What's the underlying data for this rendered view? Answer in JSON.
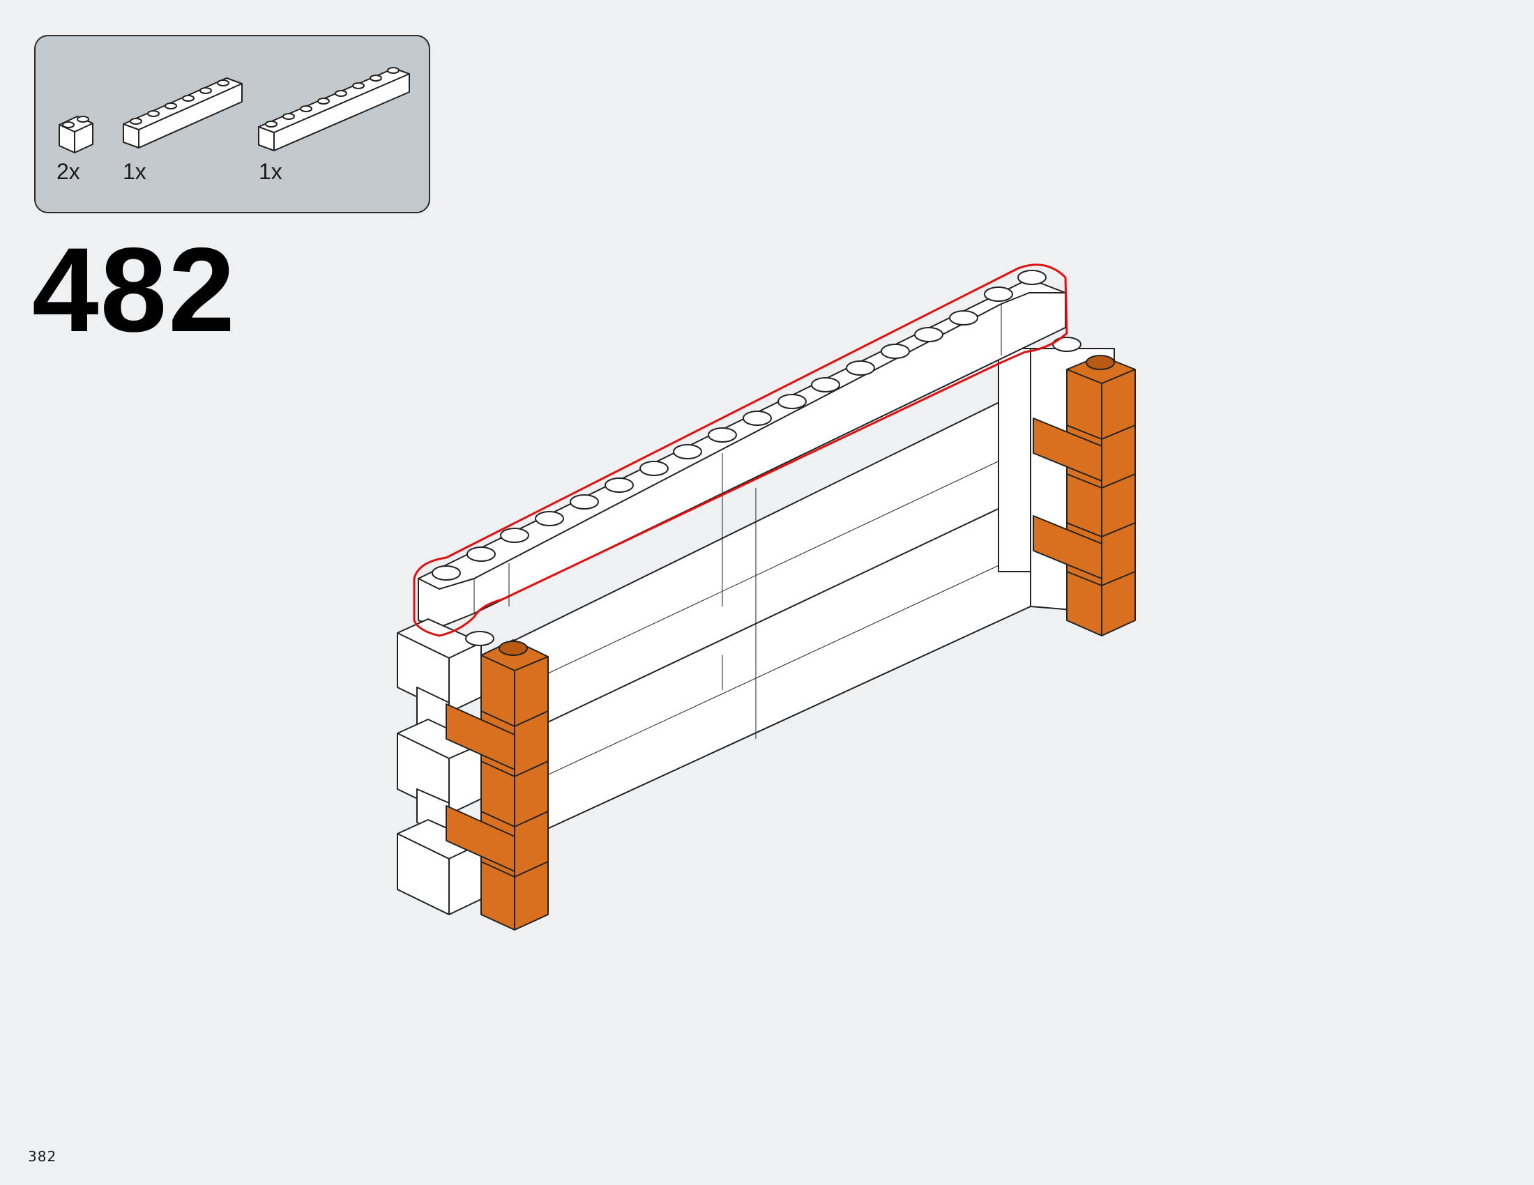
{
  "parts": [
    {
      "icon": "brick-1x2-rounded-icon",
      "quantity": "2x"
    },
    {
      "icon": "brick-1x6-icon",
      "quantity": "1x"
    },
    {
      "icon": "brick-1x8-icon",
      "quantity": "1x"
    }
  ],
  "step": {
    "number": "482"
  },
  "page": {
    "number": "382"
  },
  "colors": {
    "background": "#eef0f2",
    "parts_panel": "#c4c9cd",
    "brick_white": "#ffffff",
    "brick_orange": "#d87020",
    "highlight": "#e01010"
  }
}
